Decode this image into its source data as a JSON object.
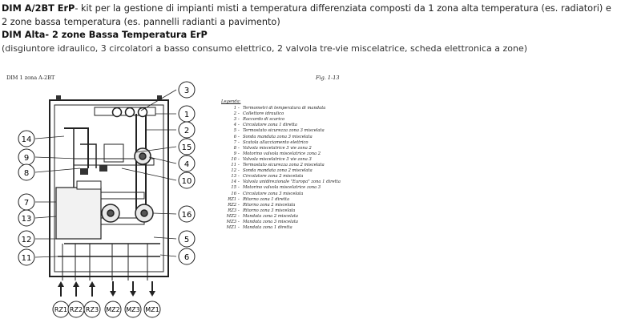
{
  "header": {
    "line1_bold": "DIM A/2BT ErP",
    "line1_rest": "- kit per la gestione di impianti misti a temperatura differenziata composti da 1 zona alta temperatura (es. radiatori) e 2 zone bassa temperatura (es. pannelli radianti a pavimento)",
    "line2_bold": "DIM Alta- 2 zone Bassa Temperatura ErP",
    "line3": "(disgiuntore idraulico, 3 circolatori a basso consumo elettrico, 2 valvola tre-vie miscelatrice, scheda elettronica a zone)"
  },
  "figure": {
    "left_title": "DIM 1 zona A-2BT",
    "right_title": "Fig. 1-13",
    "callouts": [
      "1",
      "2",
      "3",
      "4",
      "5",
      "6",
      "7",
      "8",
      "9",
      "10",
      "11",
      "12",
      "13",
      "14",
      "15",
      "16"
    ],
    "connections": [
      "RZ1",
      "RZ2",
      "RZ3",
      "MZ2",
      "MZ3",
      "MZ1"
    ]
  },
  "legend": {
    "heading": "Legenda:",
    "items": [
      {
        "key": "1",
        "text": "Termometri di temperatura di mandata"
      },
      {
        "key": "2",
        "text": "Collettore idraulico"
      },
      {
        "key": "3",
        "text": "Raccordo di scarico"
      },
      {
        "key": "4",
        "text": "Circolatore zona 1 diretta"
      },
      {
        "key": "5",
        "text": "Termostato sicurezza zona 3 miscelata"
      },
      {
        "key": "6",
        "text": "Sonda mandata zona 3 miscelata"
      },
      {
        "key": "7",
        "text": "Scatola allacciamento elettrico"
      },
      {
        "key": "8",
        "text": "Valvola miscelatrice 3 vie zona 2"
      },
      {
        "key": "9",
        "text": "Motorino valvola miscelatrice zona 2"
      },
      {
        "key": "10",
        "text": "Valvola miscelatrice 3 vie zona 3"
      },
      {
        "key": "11",
        "text": "Termostato sicurezza zona 2 miscelata"
      },
      {
        "key": "12",
        "text": "Sonda mandata zona 2 miscelata"
      },
      {
        "key": "13",
        "text": "Circolatore zona 2 miscelata"
      },
      {
        "key": "14",
        "text": "Valvola unidirezionale \"Europa\" zona 1 diretta"
      },
      {
        "key": "15",
        "text": "Motorino valvola miscelatrice zona 3"
      },
      {
        "key": "16",
        "text": "Circolatore zona 3 miscelata"
      },
      {
        "key": "RZ1",
        "text": "Ritorno zona 1 diretta"
      },
      {
        "key": "RZ2",
        "text": "Ritorno zona 2 miscelata"
      },
      {
        "key": "RZ3",
        "text": "Ritorno zona 3 miscelata"
      },
      {
        "key": "MZ2",
        "text": "Mandata zona 2 miscelata"
      },
      {
        "key": "MZ3",
        "text": "Mandata zona 3 miscelata"
      },
      {
        "key": "MZ1",
        "text": "Mandata zona 1 diretta"
      }
    ]
  }
}
